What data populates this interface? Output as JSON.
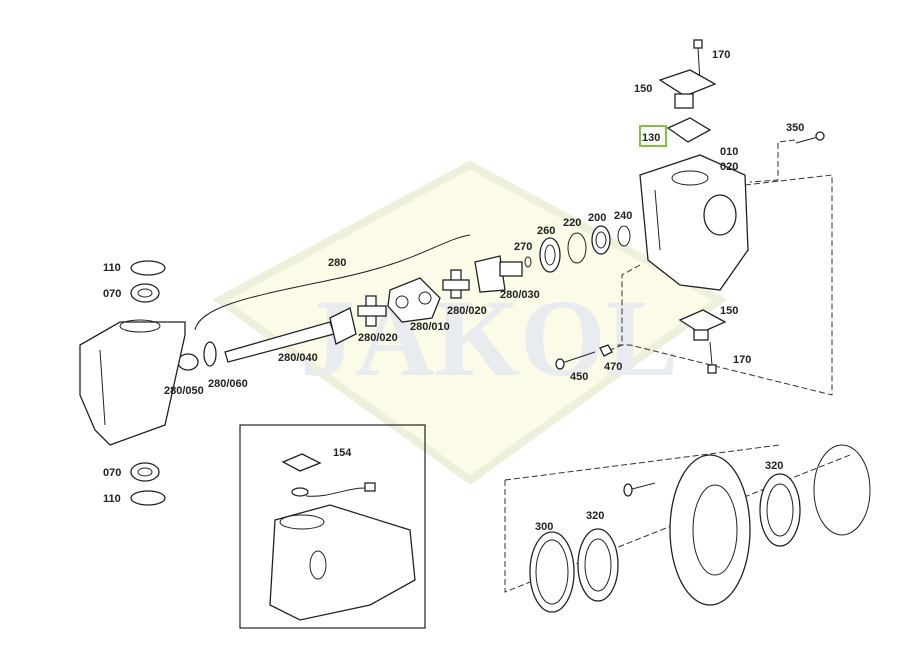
{
  "watermark": "JAKOL",
  "highlight_color": "#7dc242",
  "labels": {
    "p170_top": "170",
    "p150_top": "150",
    "p130": "130",
    "p350": "350",
    "p010": "010",
    "p020": "020",
    "p260": "260",
    "p220": "220",
    "p200": "200",
    "p240": "240",
    "p270": "270",
    "p280": "280",
    "p280_030": "280/030",
    "p280_020a": "280/020",
    "p280_010": "280/010",
    "p280_020b": "280/020",
    "p280_040": "280/040",
    "p280_050": "280/050",
    "p280_060": "280/060",
    "p110_top": "110",
    "p070_top": "070",
    "p150_mid": "150",
    "p170_mid": "170",
    "p450": "450",
    "p470": "470",
    "p154": "154",
    "p070_bot": "070",
    "p110_bot": "110",
    "p300": "300",
    "p320a": "320",
    "p320b": "320"
  }
}
